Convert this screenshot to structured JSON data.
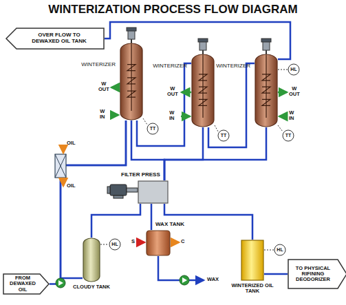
{
  "diagram": {
    "title": "WINTERIZATION PROCESS FLOW DIAGRAM",
    "nodes": [
      {
        "text": [
          "OVER FLOW TO DEWAXED OIL TANK"
        ]
      },
      {
        "text": [
          "WINTERIZER"
        ]
      },
      {
        "text": [
          "WINTERIZER"
        ]
      },
      {
        "text": [
          "WINTERIZER"
        ]
      },
      {
        "text": [
          "HL"
        ]
      },
      {
        "text": [
          "TT"
        ]
      },
      {
        "text": [
          "TT"
        ]
      },
      {
        "text": [
          "TT"
        ]
      },
      {
        "text": [
          "FILTER PRESS"
        ]
      },
      {
        "text": [
          "WAX TANK"
        ]
      },
      {
        "text": [
          "HL"
        ]
      },
      {
        "text": [
          "CLOUDY TANK"
        ]
      },
      {
        "text": [
          "HL"
        ]
      },
      {
        "text": [
          "WINTERIZED OIL TANK"
        ]
      },
      {
        "text": [
          "FROM DEWAXED OIL"
        ]
      },
      {
        "text": [
          "TO PHYSICAL RIFINING DEODORIZER"
        ]
      }
    ],
    "edges": [
      {
        "from": 14,
        "to": 1,
        "arrow": "none"
      },
      {
        "from": 11,
        "to": 1,
        "arrow": "none"
      },
      {
        "from": 1,
        "to": 2,
        "arrow": "none"
      },
      {
        "from": 2,
        "to": 3,
        "arrow": "none"
      },
      {
        "from": 3,
        "to": 0,
        "arrow": "none"
      },
      {
        "from": 1,
        "to": 8,
        "arrow": "none"
      },
      {
        "from": 2,
        "to": 8,
        "arrow": "none"
      },
      {
        "from": 3,
        "to": 8,
        "arrow": "none"
      },
      {
        "from": 8,
        "to": 11,
        "arrow": "none"
      },
      {
        "from": 8,
        "to": 13,
        "arrow": "none"
      },
      {
        "from": 8,
        "to": 9,
        "arrow": "none"
      },
      {
        "from": 13,
        "to": 15,
        "arrow": "none"
      }
    ],
    "labels": [
      "W OUT",
      "W IN",
      "W OUT",
      "W IN",
      "W OUT",
      "W IN",
      "OIL",
      "OIL",
      "S",
      "C",
      "WAX"
    ]
  }
}
